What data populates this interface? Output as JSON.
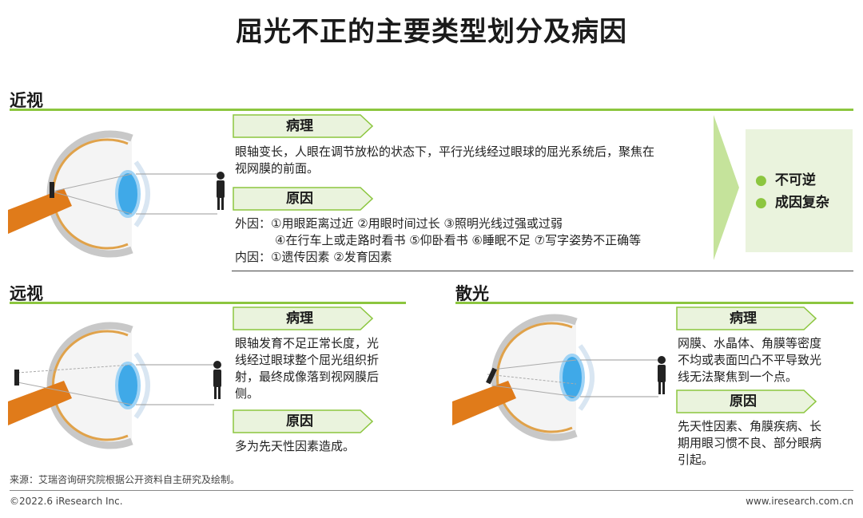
{
  "page_title": "屈光不正的主要类型划分及病因",
  "myopia": {
    "title": "近视",
    "pathology_label": "病理",
    "pathology_text": [
      "眼轴变长，人眼在调节放松的状态下，平行光线经过眼球的屈光系统后，聚焦在",
      "视网膜的前面。"
    ],
    "cause_label": "原因",
    "cause_lines": [
      "外因：①用眼距离过近  ②用眼时间过长  ③照明光线过强或过弱",
      "④在行车上或走路时看书  ⑤仰卧看书  ⑥睡眠不足  ⑦写字姿势不正确等",
      "内因：①遗传因素  ②发育因素"
    ],
    "conclusion": [
      "不可逆",
      "成因复杂"
    ]
  },
  "hyperopia": {
    "title": "远视",
    "pathology_label": "病理",
    "pathology_text": [
      "眼轴发育不足正常长度，光",
      "线经过眼球整个屈光组织折",
      "射，最终成像落到视网膜后",
      "侧。"
    ],
    "cause_label": "原因",
    "cause_text": "多为先天性因素造成。"
  },
  "astigmatism": {
    "title": "散光",
    "pathology_label": "病理",
    "pathology_text": [
      "网膜、水晶体、角膜等密度",
      "不均或表面凹凸不平导致光",
      "线无法聚焦到一个点。"
    ],
    "cause_label": "原因",
    "cause_text": [
      "先天性因素、角膜疾病、长",
      "期用眼习惯不良、部分眼病",
      "引起。"
    ]
  },
  "footer": {
    "source": "来源：艾瑞咨询研究院根据公开资料自主研究及绘制。",
    "copyright": "©2022.6 iResearch Inc.",
    "website": "www.iresearch.com.cn"
  },
  "colors": {
    "accent_green": "#8cc63f",
    "tag_fill": "#eaf3dd",
    "lens_blue": "#3fa9e8",
    "optic_orange": "#e07b1a"
  }
}
